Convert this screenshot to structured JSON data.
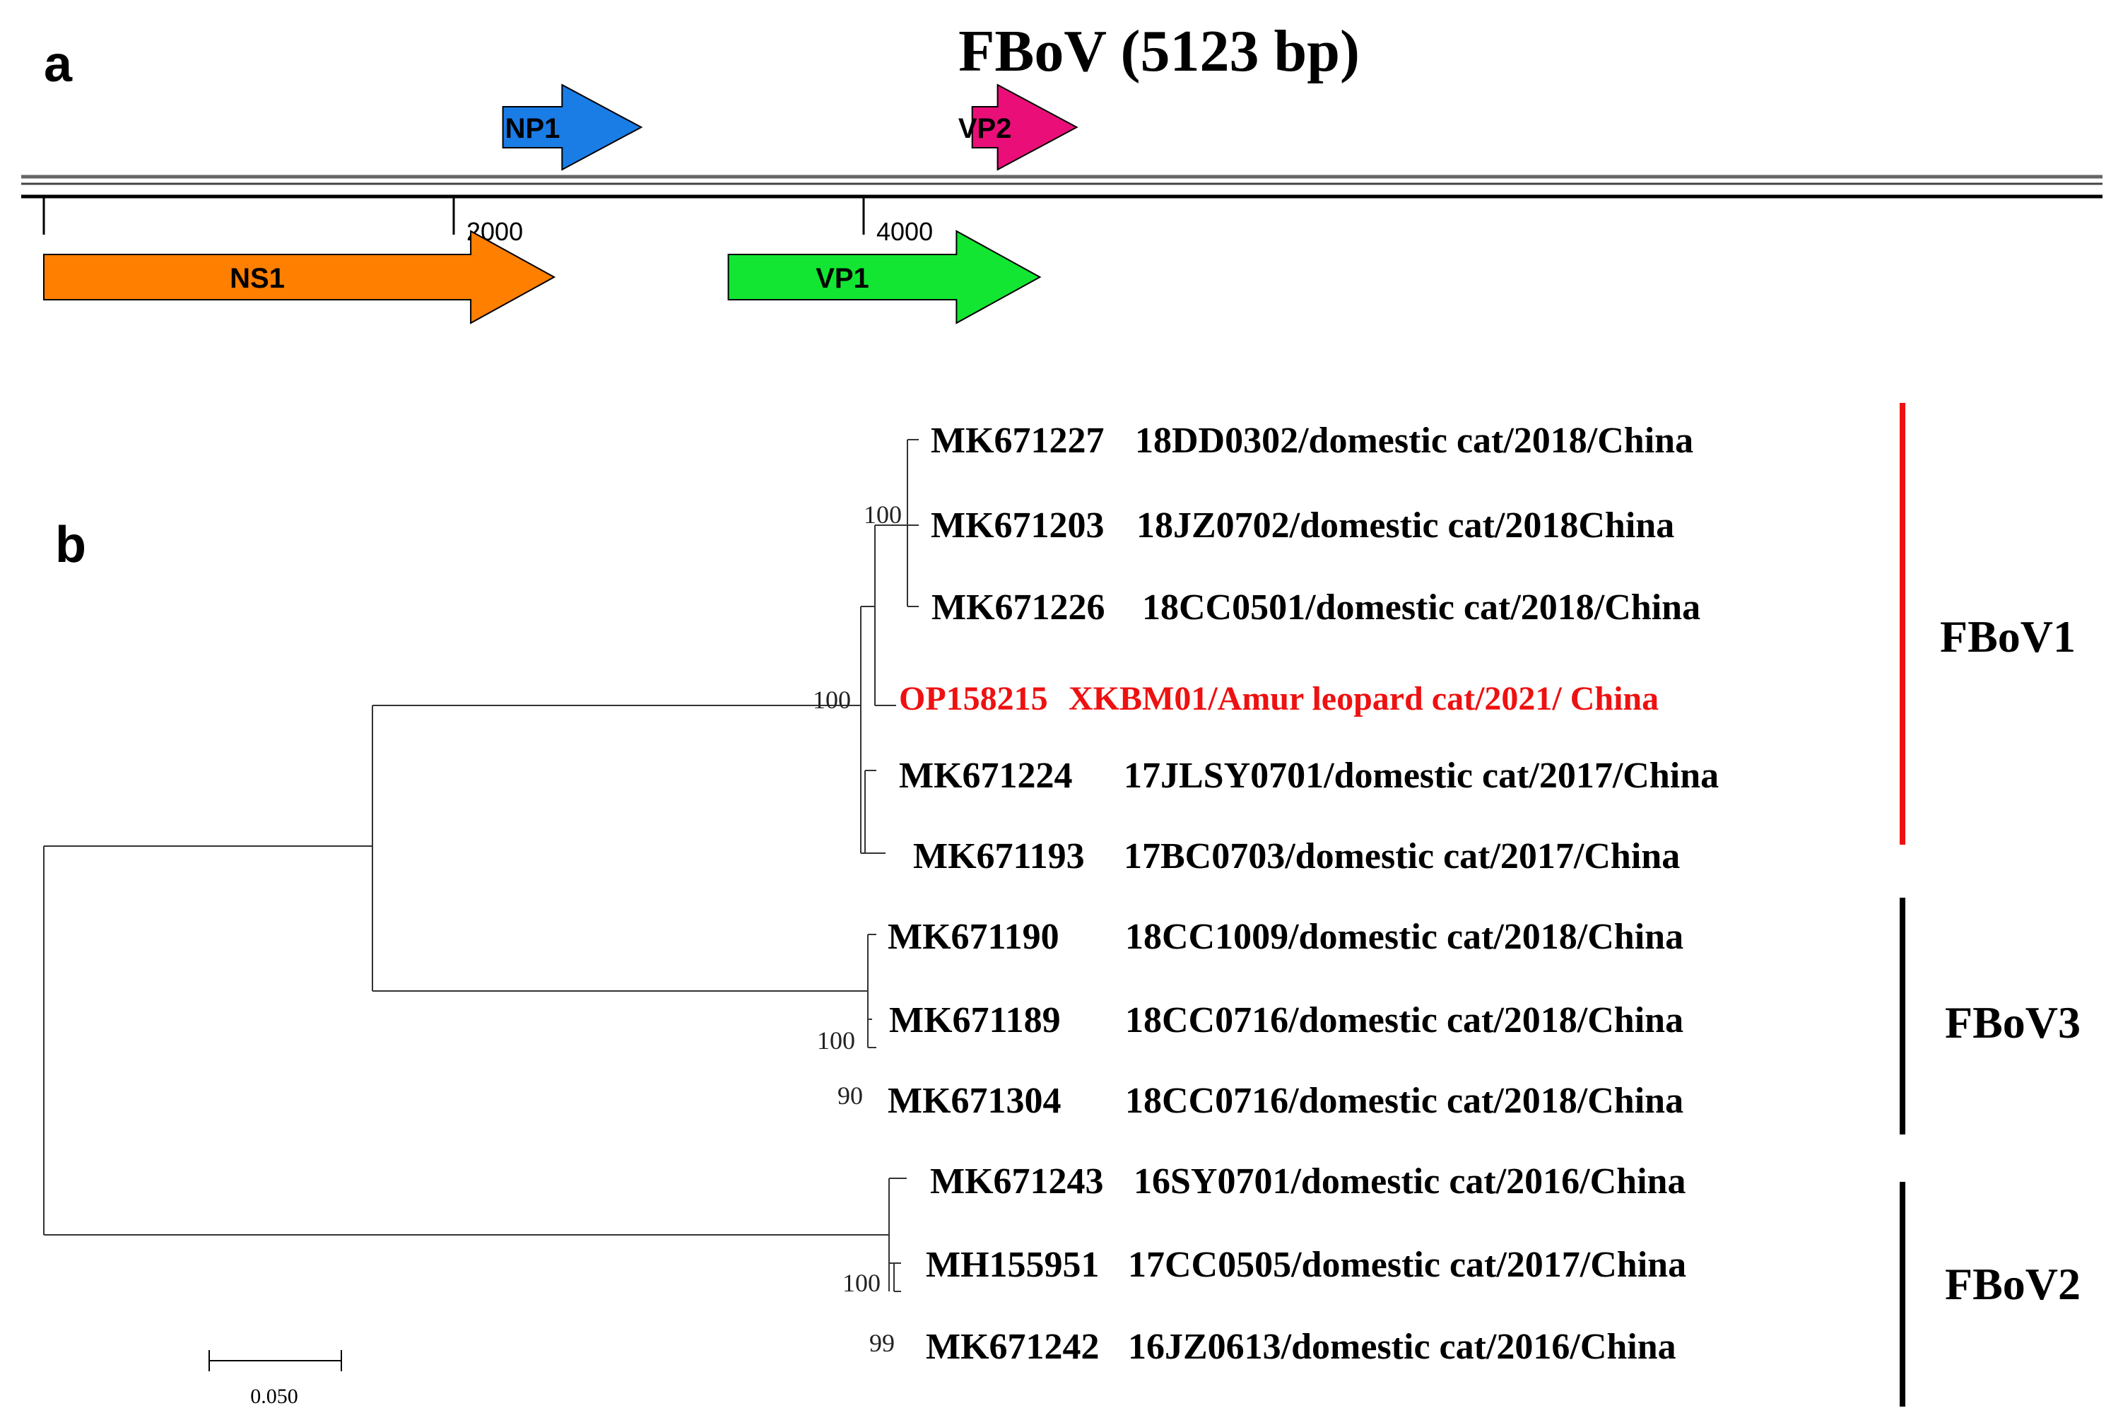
{
  "panel_a": {
    "letter": "a",
    "title": "FBoV (5123 bp)",
    "genome_length": 5123,
    "ticks": [
      {
        "position": 2000,
        "label": "2000"
      },
      {
        "position": 4000,
        "label": "4000"
      }
    ],
    "genes": [
      {
        "name": "NP1",
        "start": 2240,
        "end": 2915,
        "strand": "top",
        "color": "#1a7de6"
      },
      {
        "name": "VP2",
        "start": 4530,
        "end": 5040,
        "strand": "top",
        "color": "#ea0f78"
      },
      {
        "name": "NS1",
        "start": 0,
        "end": 2490,
        "strand": "bottom",
        "color": "#ff7f00"
      },
      {
        "name": "VP1",
        "start": 3340,
        "end": 4860,
        "strand": "bottom",
        "color": "#12e632"
      }
    ]
  },
  "panel_b": {
    "letter": "b",
    "leaves": [
      {
        "accession": "MK671227",
        "label": "18DD0302/domestic cat/2018/China",
        "color": "#000000"
      },
      {
        "accession": "MK671203",
        "label": "18JZ0702/domestic cat/2018China",
        "color": "#000000"
      },
      {
        "accession": "MK671226",
        "label": "18CC0501/domestic cat/2018/China",
        "color": "#000000"
      },
      {
        "accession": "OP158215",
        "label": "XKBM01/Amur leopard cat/2021/ China",
        "color": "#ee1111"
      },
      {
        "accession": "MK671224",
        "label": "17JLSY0701/domestic cat/2017/China",
        "color": "#000000"
      },
      {
        "accession": "MK671193",
        "label": "17BC0703/domestic cat/2017/China",
        "color": "#000000"
      },
      {
        "accession": "MK671190",
        "label": "18CC1009/domestic cat/2018/China",
        "color": "#000000"
      },
      {
        "accession": "MK671189",
        "label": "18CC0716/domestic cat/2018/China",
        "color": "#000000"
      },
      {
        "accession": "MK671304",
        "label": "18CC0716/domestic cat/2018/China",
        "color": "#000000"
      },
      {
        "accession": "MK671243",
        "label": "16SY0701/domestic cat/2016/China",
        "color": "#000000"
      },
      {
        "accession": "MH155951",
        "label": "17CC0505/domestic cat/2017/China",
        "color": "#000000"
      },
      {
        "accession": "MK671242",
        "label": "16JZ0613/domestic cat/2016/China",
        "color": "#000000"
      }
    ],
    "bootstrap_values": [
      "100",
      "100",
      "100",
      "90",
      "100",
      "99"
    ],
    "groups": [
      {
        "name": "FBoV1",
        "color": "#ee1111"
      },
      {
        "name": "FBoV3",
        "color": "#000000"
      },
      {
        "name": "FBoV2",
        "color": "#000000"
      }
    ],
    "scale_bar": {
      "value": 0.05,
      "label": "0.050"
    }
  }
}
